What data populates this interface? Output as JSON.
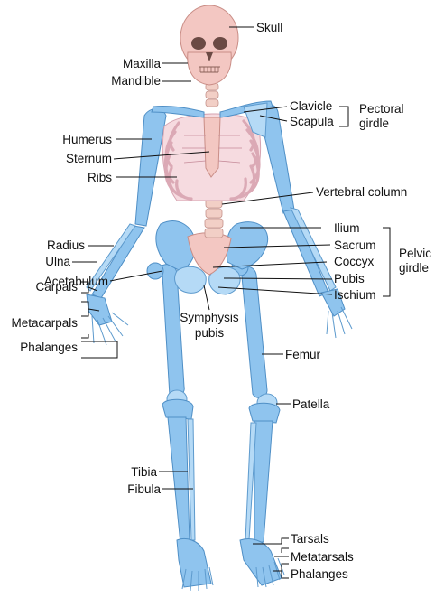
{
  "labels": {
    "skull": "Skull",
    "maxilla": "Maxilla",
    "mandible": "Mandible",
    "clavicle": "Clavicle",
    "scapula": "Scapula",
    "pectoral_girdle_1": "Pectoral",
    "pectoral_girdle_2": "girdle",
    "humerus": "Humerus",
    "sternum": "Sternum",
    "ribs": "Ribs",
    "vertebral_column": "Vertebral column",
    "ilium": "Ilium",
    "sacrum": "Sacrum",
    "coccyx": "Coccyx",
    "pubis": "Pubis",
    "ischium": "Ischium",
    "pelvic_girdle_1": "Pelvic",
    "pelvic_girdle_2": "girdle",
    "radius": "Radius",
    "ulna": "Ulna",
    "acetabulum": "Acetabulum",
    "carpals": "Carpals",
    "metacarpals": "Metacarpals",
    "phalanges_hand": "Phalanges",
    "symphysis_1": "Symphysis",
    "symphysis_2": "pubis",
    "femur": "Femur",
    "patella": "Patella",
    "tibia": "Tibia",
    "fibula": "Fibula",
    "tarsals": "Tarsals",
    "metatarsals": "Metatarsals",
    "phalanges_foot": "Phalanges"
  }
}
